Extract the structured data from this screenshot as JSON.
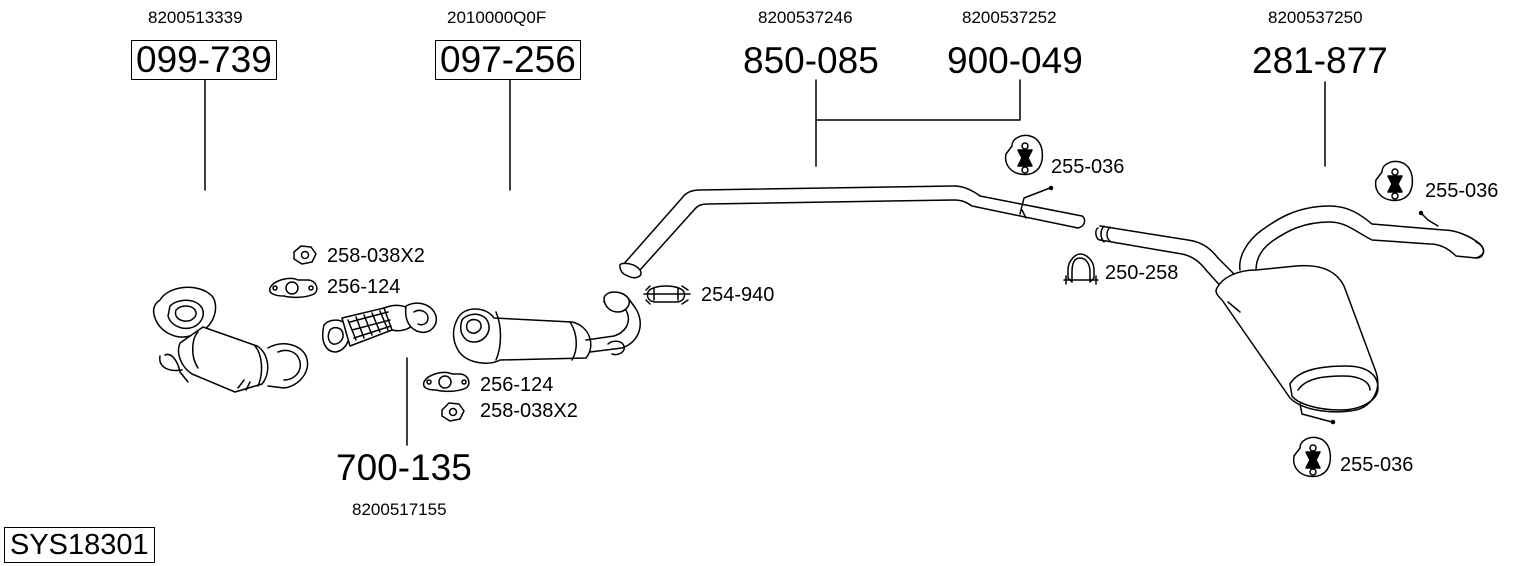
{
  "system_code": "SYS18301",
  "parts": {
    "catalyst_front": {
      "oem": "8200513339",
      "number": "099-739"
    },
    "catalyst_main": {
      "oem": "2010000Q0F",
      "number": "097-256"
    },
    "flex_pipe": {
      "oem": "8200517155",
      "number": "700-135"
    },
    "middle_pipe_a": {
      "oem": "8200537246",
      "number": "850-085"
    },
    "middle_pipe_b": {
      "oem": "8200537252",
      "number": "900-049"
    },
    "rear_silencer": {
      "oem": "8200537250",
      "number": "281-877"
    }
  },
  "accessories": {
    "nut_top": "258-038X2",
    "gasket_top": "256-124",
    "gasket_bottom": "256-124",
    "nut_bottom": "258-038X2",
    "clamp_mid": "254-940",
    "clamp_rear": "250-258",
    "hanger_mid": "255-036",
    "hanger_rear_top": "255-036",
    "hanger_rear_bottom": "255-036"
  }
}
